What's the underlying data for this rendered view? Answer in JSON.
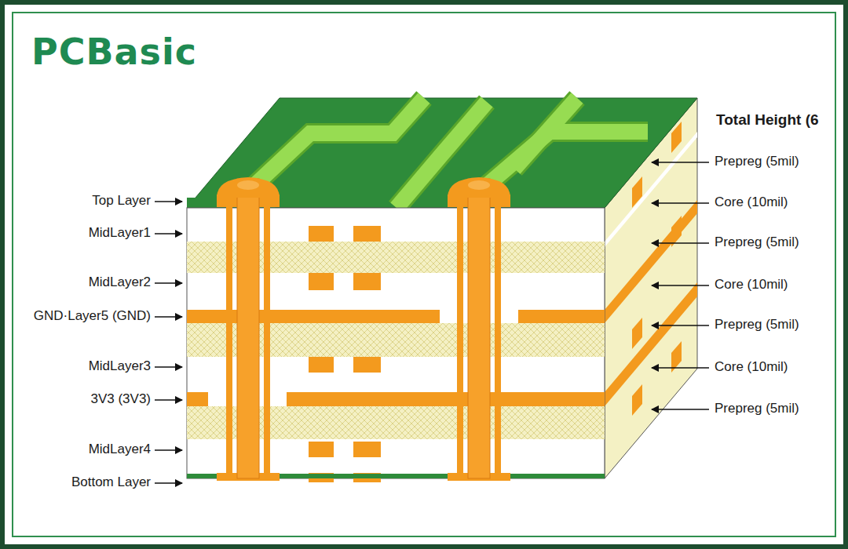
{
  "diagram": {
    "labels": [
      "PCBasic",
      "Top Layer",
      "MidLayer1",
      "MidLayer2",
      "GND·Layer5 (GND)",
      "MidLayer3",
      "3V3 (3V3)",
      "MidLayer4",
      "Bottom Layer",
      "Total Height (6",
      "Prepreg (5mil)",
      "Core (10mil)",
      "Prepreg (5mil)",
      "Core (10mil)",
      "Prepreg (5mil)",
      "Core (10mil)",
      "Prepreg (5mil)"
    ]
  }
}
